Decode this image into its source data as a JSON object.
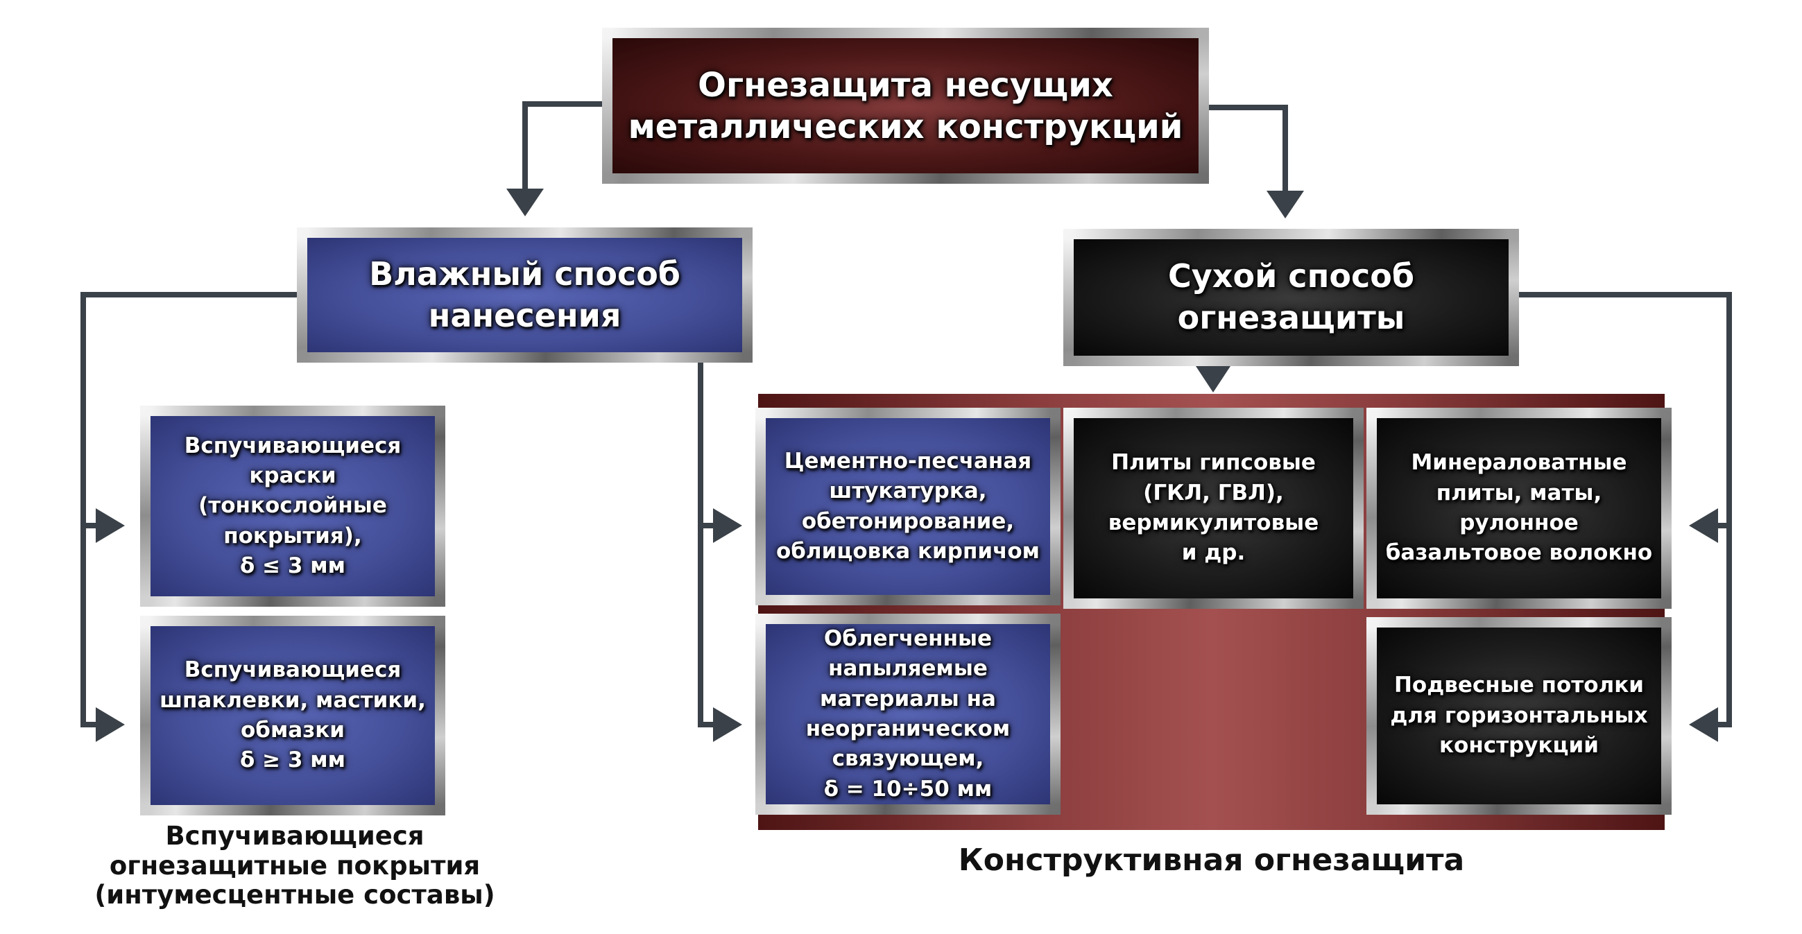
{
  "diagram": {
    "root": {
      "text": "Огнезащита несущих\nметаллических конструкций"
    },
    "wet": {
      "text": "Влажный способ\nнанесения"
    },
    "dry": {
      "text": "Сухой способ\nогнезащиты"
    },
    "wet_items": [
      {
        "text": "Вспучивающиеся\nкраски\n(тонкослойные\nпокрытия),\nδ ≤ 3 мм"
      },
      {
        "text": "Вспучивающиеся\nшпаклевки, мастики,\nобмазки\nδ ≥ 3 мм"
      }
    ],
    "constructive_items": [
      {
        "text": "Цементно-песчаная\nштукатурка,\nобетонирование,\nоблицовка кирпичом"
      },
      {
        "text": "Облегченные\nнапыляемые\nматериалы на\nнеорганическом\nсвязующем,\nδ = 10÷50 мм"
      },
      {
        "text": "Плиты гипсовые\n(ГКЛ, ГВЛ),\nвермикулитовые\nи др."
      },
      {
        "text": "Минераловатные\nплиты, маты,\nрулонное\nбазальтовое волокно"
      },
      {
        "text": "Подвесные потолки\nдля горизонтальных\nконструкций"
      }
    ],
    "captions": {
      "intumescent": "Вспучивающиеся\nогнезащитные покрытия\n(интумесцентные составы)",
      "constructive": "Конструктивная огнезащита"
    }
  }
}
